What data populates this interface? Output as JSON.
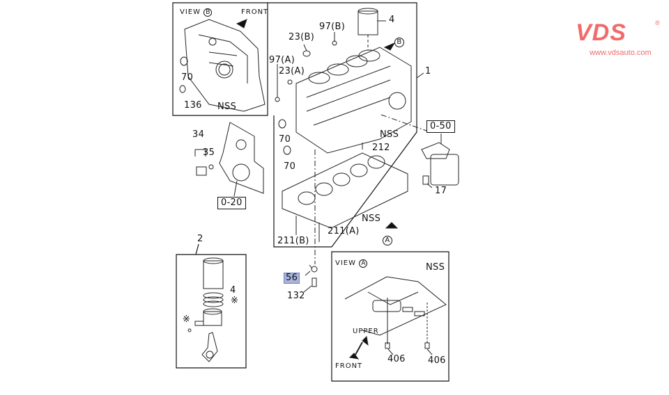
{
  "logo": {
    "brand": "VDS",
    "registered": "®",
    "url": "www.vdsauto.com",
    "color": "#f26a6a"
  },
  "highlight_color": "#a9b4dd",
  "views": {
    "view_b": {
      "title": "VIEW",
      "marker": "B",
      "front": "FRONT",
      "parts": [
        "70",
        "136"
      ],
      "nss": "NSS"
    },
    "view_a": {
      "title": "VIEW",
      "marker": "A",
      "nss": "NSS",
      "upper": "UPPER",
      "front": "FRONT",
      "parts": [
        "406",
        "406"
      ]
    }
  },
  "callouts": {
    "p1": "1",
    "p2": "2",
    "p4": "4",
    "p4_small": "4",
    "p97b": "97(B)",
    "p23b": "23(B)",
    "p97a": "97(A)",
    "p23a": "23(A)",
    "pB": "B",
    "p70a": "70",
    "p70b": "70",
    "nss_block": "NSS",
    "p212": "212",
    "ref050": "0-50",
    "p17": "17",
    "p34": "34",
    "p35": "35",
    "ref020": "0-20",
    "nss_lower": "NSS",
    "p211a": "211(A)",
    "p211b": "211(B)",
    "pA": "A",
    "p56": "56",
    "p132": "132",
    "star1": "※",
    "star2": "※"
  }
}
